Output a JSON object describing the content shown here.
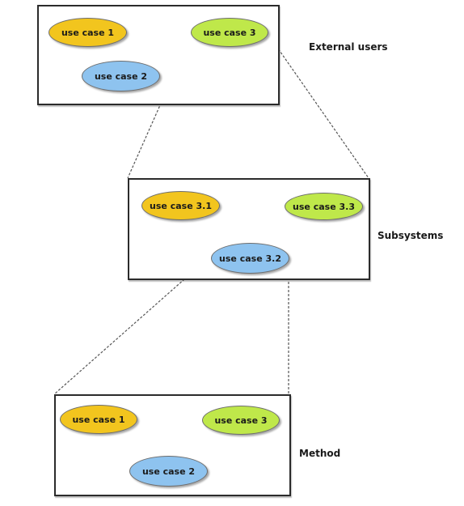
{
  "levels": [
    {
      "label": "External users",
      "use_cases": [
        {
          "text": "use case 1",
          "color": "#f2c51e"
        },
        {
          "text": "use case 3",
          "color": "#bfe84a"
        },
        {
          "text": "use case 2",
          "color": "#8ec3ef"
        }
      ]
    },
    {
      "label": "Subsystems",
      "use_cases": [
        {
          "text": "use case 3.1",
          "color": "#f2c51e"
        },
        {
          "text": "use case 3.3",
          "color": "#bfe84a"
        },
        {
          "text": "use case 3.2",
          "color": "#8ec3ef"
        }
      ]
    },
    {
      "label": "Method",
      "use_cases": [
        {
          "text": "use case 1",
          "color": "#f2c51e"
        },
        {
          "text": "use case 3",
          "color": "#bfe84a"
        },
        {
          "text": "use case 2",
          "color": "#8ec3ef"
        }
      ]
    }
  ],
  "colors": {
    "yellow": "#f2c51e",
    "green": "#bfe84a",
    "blue": "#8ec3ef",
    "border": "#2b2b2b",
    "connector": "#555555"
  }
}
